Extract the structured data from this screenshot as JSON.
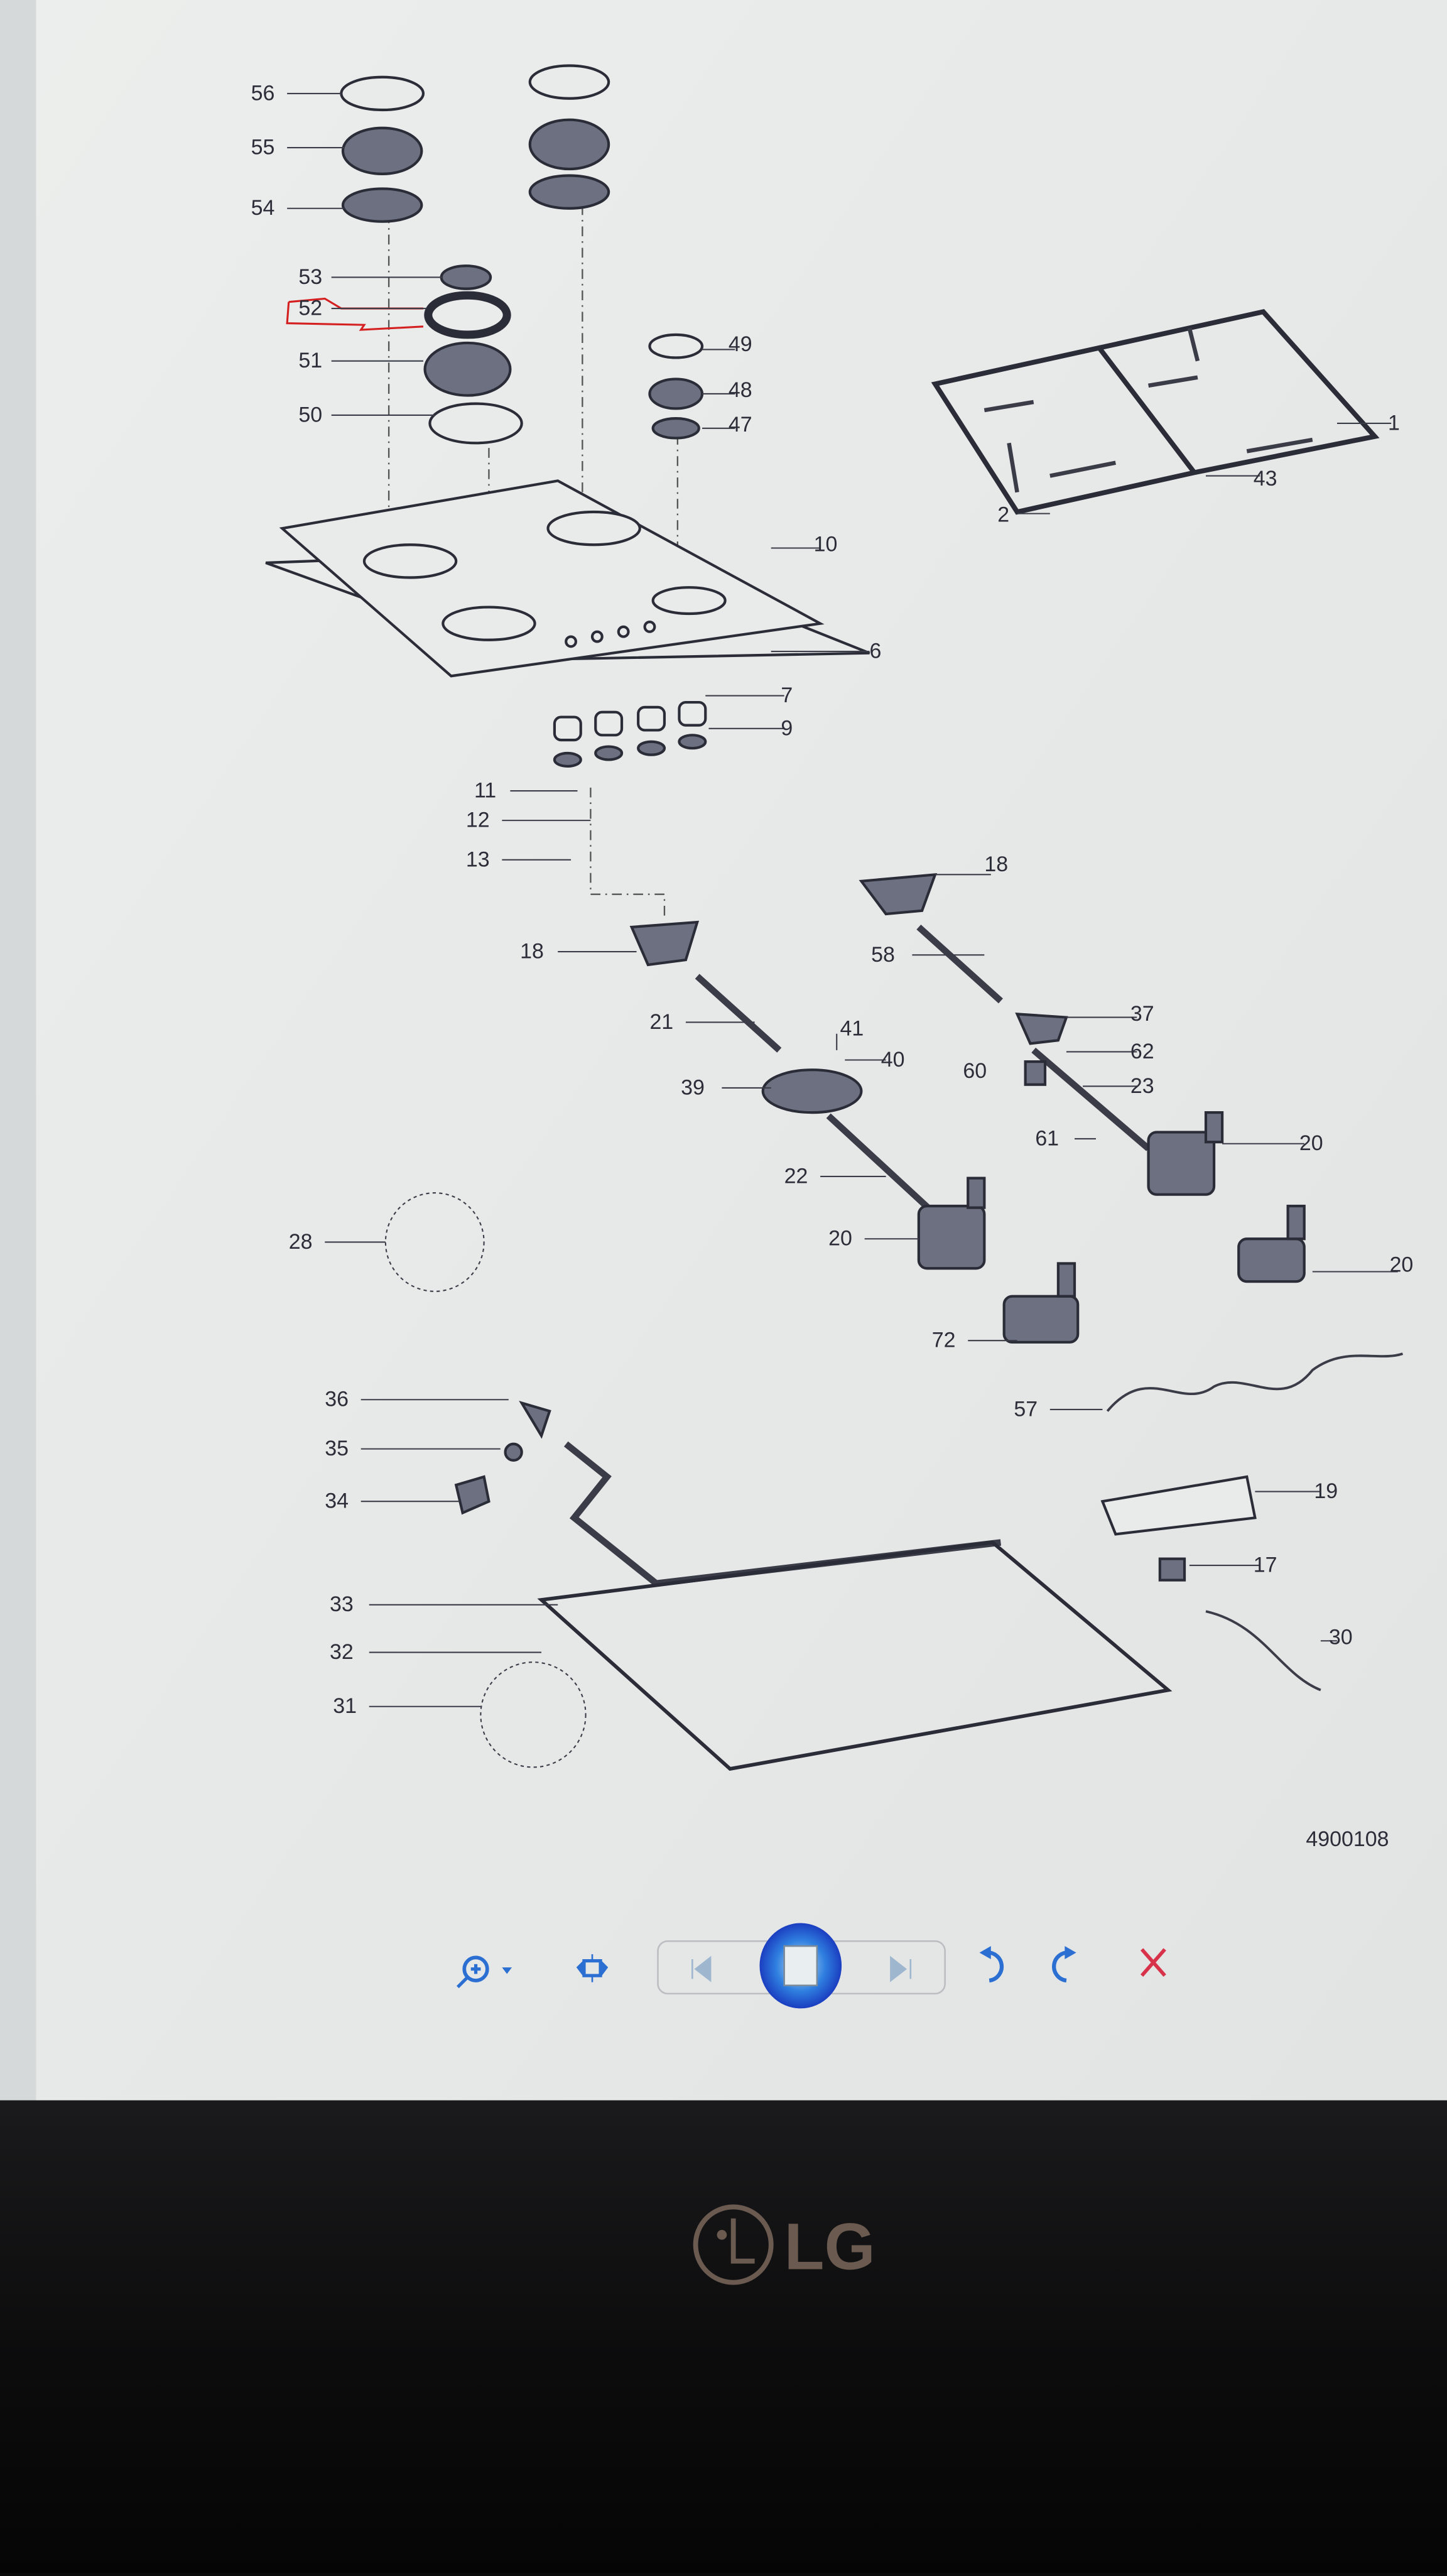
{
  "viewer": {
    "toolbar": {
      "zoom": "zoom-icon",
      "fit": "actual-size-icon",
      "previous": "previous-icon",
      "slideshow": "slideshow-icon",
      "next": "next-icon",
      "rotate_left": "rotate-counterclockwise-icon",
      "rotate_right": "rotate-clockwise-icon",
      "delete": "delete-icon"
    },
    "accent_color": "#2a6fd1",
    "delete_color": "#d8324a"
  },
  "diagram": {
    "drawing_number": "4900108",
    "highlight_color": "#d42020",
    "highlighted_part": "52",
    "callouts": [
      "56",
      "55",
      "54",
      "53",
      "52",
      "51",
      "50",
      "49",
      "48",
      "47",
      "10",
      "6",
      "7",
      "9",
      "11",
      "12",
      "13",
      "18",
      "18",
      "58",
      "21",
      "41",
      "40",
      "39",
      "37",
      "62",
      "60",
      "23",
      "61",
      "20",
      "22",
      "20",
      "20",
      "28",
      "72",
      "36",
      "35",
      "34",
      "57",
      "19",
      "33",
      "17",
      "30",
      "32",
      "31",
      "1",
      "43",
      "2"
    ]
  },
  "monitor": {
    "brand": "LG"
  }
}
